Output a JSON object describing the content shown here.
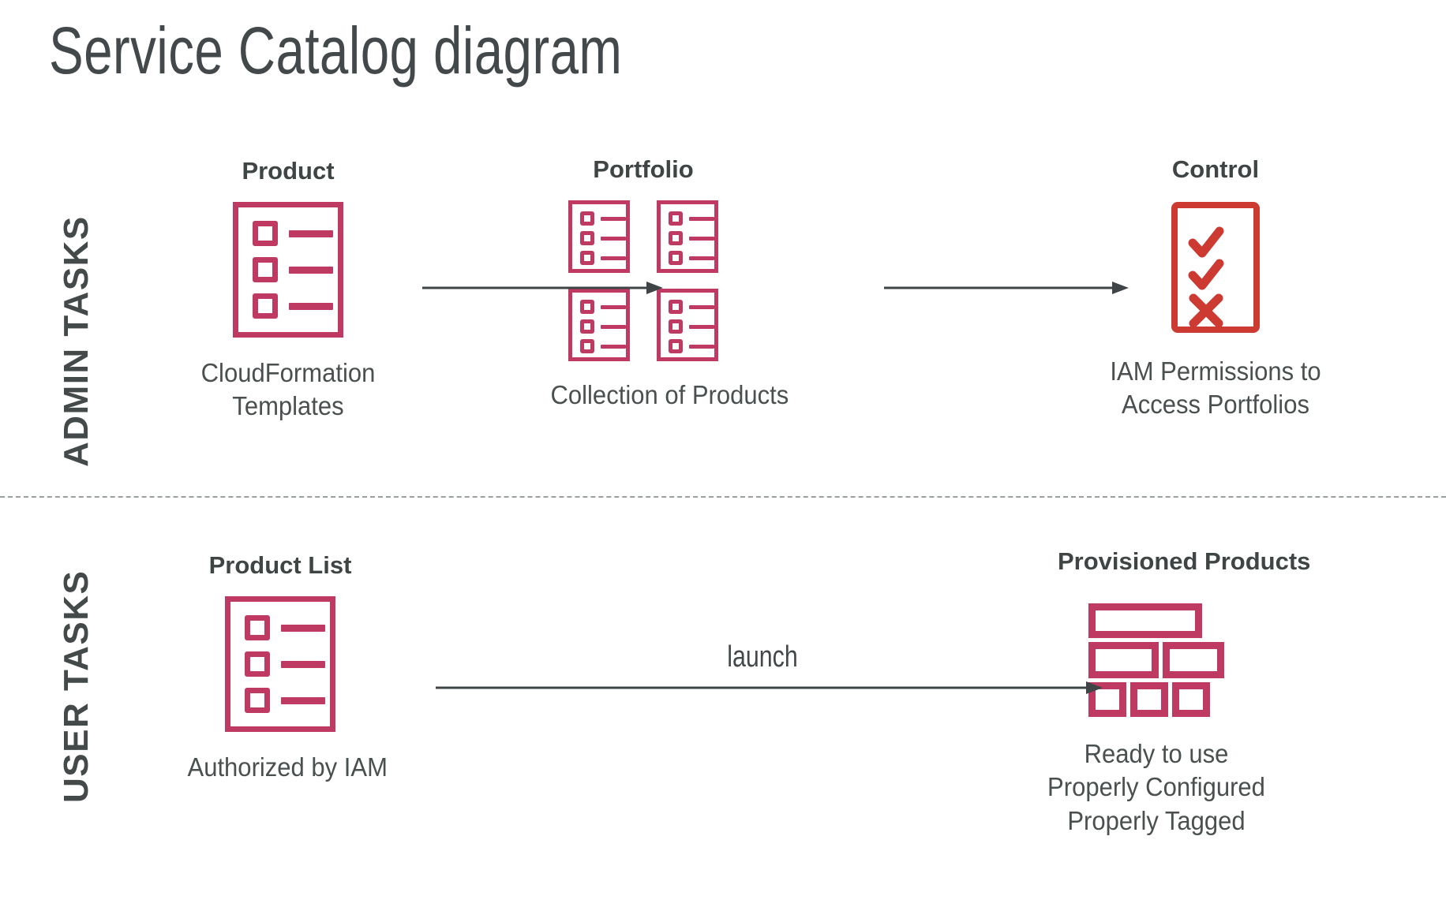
{
  "title": "Service Catalog diagram",
  "colors": {
    "crimson": "#bf3a63",
    "red": "#cd3a32",
    "text_dark": "#43494a",
    "text_heading": "#3e4544",
    "divider": "#9aa0a0",
    "background": "#ffffff"
  },
  "lanes": [
    {
      "id": "admin",
      "label": "ADMIN TASKS"
    },
    {
      "id": "user",
      "label": "USER TASKS"
    }
  ],
  "admin_nodes": [
    {
      "id": "product",
      "heading": "Product",
      "caption": "CloudFormation\nTemplates",
      "icon": "product-list-icon"
    },
    {
      "id": "portfolio",
      "heading": "Portfolio",
      "caption": "Collection of Products",
      "icon": "portfolio-grid-icon"
    },
    {
      "id": "control",
      "heading": "Control",
      "caption": "IAM Permissions to\nAccess Portfolios",
      "icon": "checklist-control-icon"
    }
  ],
  "user_nodes": [
    {
      "id": "product-list",
      "heading": "Product List",
      "caption": "Authorized by IAM",
      "icon": "product-list-icon"
    },
    {
      "id": "provisioned-products",
      "heading": "Provisioned Products",
      "caption": "Ready to use\nProperly Configured\nProperly Tagged",
      "icon": "provisioned-blocks-icon"
    }
  ],
  "arrows": [
    {
      "id": "product-to-portfolio",
      "label": ""
    },
    {
      "id": "portfolio-to-control",
      "label": ""
    },
    {
      "id": "productlist-to-provisioned",
      "label": "launch"
    }
  ],
  "control_marks": [
    "check",
    "check",
    "cross"
  ]
}
